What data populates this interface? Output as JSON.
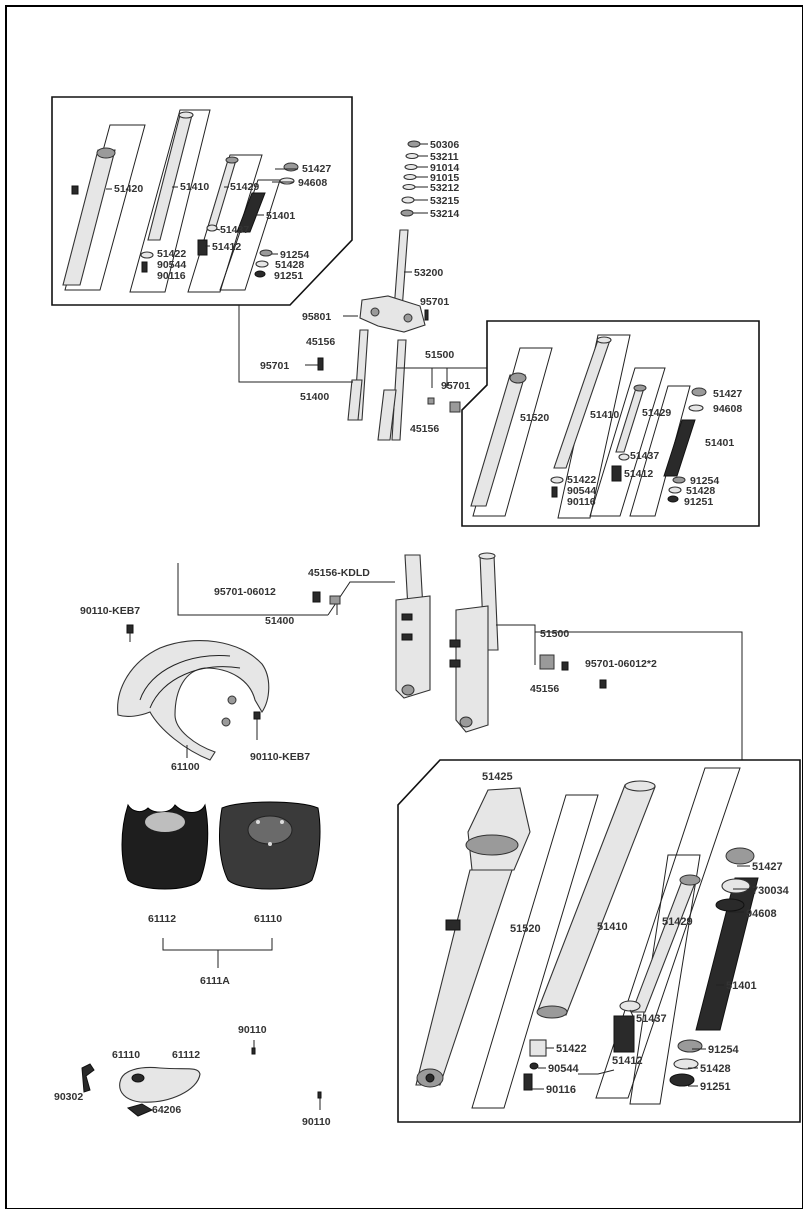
{
  "labels": {
    "tl": {
      "l51420": "51420",
      "l51410": "51410",
      "l51429": "51429",
      "l51427": "51427",
      "l94608": "94608",
      "l51401": "51401",
      "l51437": "51437",
      "l51422": "51422",
      "l51412": "51412",
      "l91254": "91254",
      "l90544": "90544",
      "l51428": "51428",
      "l90116": "90116",
      "l91251": "91251"
    },
    "stem": {
      "l50306": "50306",
      "l53211": "53211",
      "l91014": "91014",
      "l91015": "91015",
      "l53212": "53212",
      "l53215": "53215",
      "l53214": "53214",
      "l53200": "53200",
      "l95801": "95801",
      "l95701a": "95701",
      "l45156a": "45156",
      "l95701b": "95701",
      "l51400": "51400",
      "l51500": "51500",
      "l95701c": "95701",
      "l45156b": "45156"
    },
    "tr": {
      "l51520": "51520",
      "l51410": "51410",
      "l51429": "51429",
      "l51427": "51427",
      "l94608": "94608",
      "l51401": "51401",
      "l51437": "51437",
      "l51422": "51422",
      "l51412": "51412",
      "l91254": "91254",
      "l90544": "90544",
      "l51428": "51428",
      "l90116": "90116",
      "l91251": "91251"
    },
    "mid": {
      "l45156kdld": "45156-KDLD",
      "l95701_06012": "95701-06012",
      "l51400": "51400",
      "l51500": "51500",
      "l95701_06012x2": "95701-06012*2",
      "l45156": "45156",
      "l90110keb7a": "90110-KEB7",
      "l90110keb7b": "90110-KEB7",
      "l61100": "61100"
    },
    "covers": {
      "l61112": "61112",
      "l61110": "61110",
      "l6111a": "6111A"
    },
    "bottom": {
      "l90110a": "90110",
      "l61110": "61110",
      "l61112": "61112",
      "l90302": "90302",
      "l64206": "64206",
      "l90110b": "90110"
    },
    "br": {
      "l51425": "51425",
      "l51427": "51427",
      "l730034": "730034",
      "l94608": "94608",
      "l51520": "51520",
      "l51410": "51410",
      "l51429": "51429",
      "l51401": "51401",
      "l51437": "51437",
      "l51422": "51422",
      "l51412": "51412",
      "l91254": "91254",
      "l90544": "90544",
      "l51428": "51428",
      "l90116": "90116",
      "l91251": "91251"
    }
  }
}
